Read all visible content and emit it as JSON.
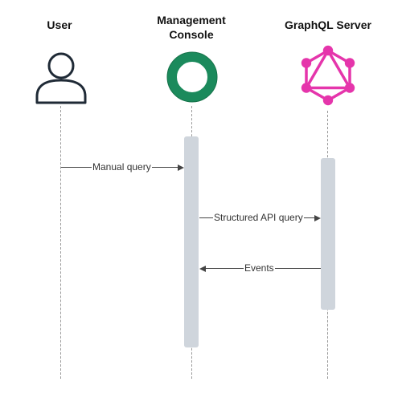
{
  "actors": [
    {
      "label": "User",
      "icon": "user-icon"
    },
    {
      "label": "Management\nConsole",
      "icon": "console-ring-icon"
    },
    {
      "label": "GraphQL Server",
      "icon": "graphql-icon"
    }
  ],
  "messages": [
    {
      "label": "Manual query",
      "from": "User",
      "to": "Management Console"
    },
    {
      "label": "Structured API query",
      "from": "Management Console",
      "to": "GraphQL Server"
    },
    {
      "label": "Events",
      "from": "GraphQL Server",
      "to": "Management Console"
    }
  ],
  "colors": {
    "user_icon": "#1f2a36",
    "console_ring": "#1b8a5c",
    "graphql": "#e535ab",
    "activation": "#cfd5dc",
    "lifeline": "#9a9a9a",
    "arrow": "#444444"
  }
}
